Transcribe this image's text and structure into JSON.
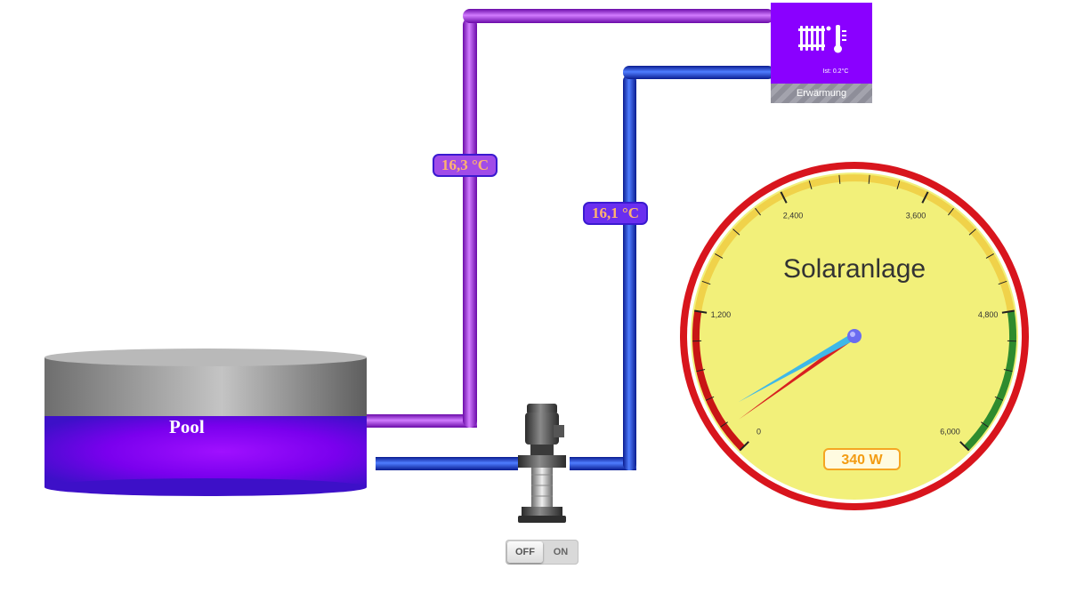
{
  "pool": {
    "label": "Pool"
  },
  "pipes": {
    "supply_temperature": "16,3 °C",
    "return_temperature": "16,1 °C"
  },
  "heater": {
    "icons": [
      "radiator-icon",
      "thermometer-icon"
    ],
    "actual_label": "Ist: 0.2°C",
    "status_label": "Erwärmung"
  },
  "pump": {
    "toggle": {
      "off_label": "OFF",
      "on_label": "ON",
      "state": "off"
    }
  },
  "gauge": {
    "title": "Solaranlage",
    "min": 0,
    "max": 6000,
    "value": 340,
    "value_display": "340 W",
    "tick_labels": [
      "0",
      "1,200",
      "2,400",
      "3,600",
      "4,800",
      "6,000"
    ],
    "bands": [
      {
        "from": 0,
        "to": 1200,
        "color": "#c81515"
      },
      {
        "from": 1200,
        "to": 4800,
        "color": "#f0d24a"
      },
      {
        "from": 4800,
        "to": 6000,
        "color": "#2e8b2e"
      }
    ]
  },
  "colors": {
    "supply_pipe": "#9b1de0",
    "return_pipe": "#1234d8",
    "heater_bg": "#8a00ff",
    "gauge_face": "#f2f07a",
    "gauge_rim": "#d8151d"
  }
}
